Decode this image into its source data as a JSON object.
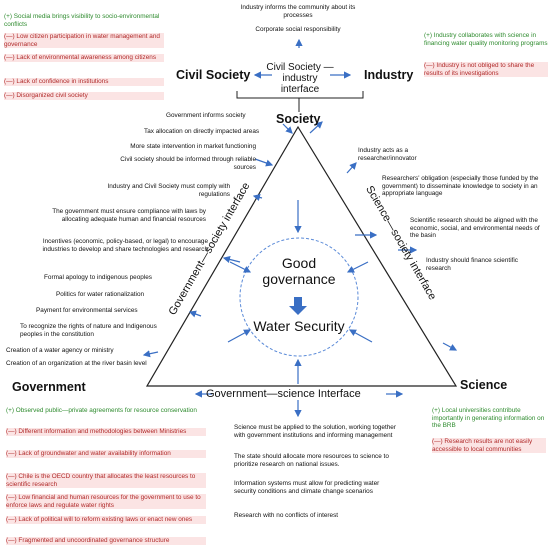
{
  "nodes": {
    "society": "Society",
    "civil_society": "Civil Society",
    "industry": "Industry",
    "government": "Government",
    "science": "Science"
  },
  "interfaces": {
    "civil_industry": "Civil Society — industry interface",
    "gov_society": "Government—society interface",
    "science_society": "Science—society interface",
    "gov_science": "Government—science Interface"
  },
  "center": {
    "good_governance": "Good governance",
    "water_security": "Water Security"
  },
  "top_center": {
    "items": [
      "Industry informs the community about its processes",
      "Corporate social responsibility"
    ]
  },
  "civil_society_issues": [
    {
      "sign": "pos",
      "text": "(+) Social media brings visibility to socio-environmental conflicts"
    },
    {
      "sign": "neg",
      "text": "(—) Low citizen participation in water management and governance"
    },
    {
      "sign": "neg",
      "text": "(—) Lack of environmental awareness among citizens"
    },
    {
      "sign": "neg",
      "text": "(—) Lack of confidence in institutions"
    },
    {
      "sign": "neg",
      "text": "(—) Disorganized civil society"
    }
  ],
  "industry_issues": [
    {
      "sign": "pos",
      "text": "(+) Industry collaborates with science in financing water quality monitoring programs"
    },
    {
      "sign": "neg",
      "text": "(—) Industry is not obliged to share the results of its investigations"
    }
  ],
  "gov_society_items": [
    "Government informs society",
    "Tax allocation on directly impacted areas",
    "More state intervention in market functioning",
    "Civil society should be informed through reliable sources",
    "Industry and Civil Society must comply with regulations",
    "The government must ensure compliance with laws by allocating adequate human and financial resources",
    "Incentives (economic, policy-based, or legal) to encourage industries to develop and share technologies and research",
    "Formal apology to indigenous peoples",
    "Politics for water rationalization",
    "Payment for environmental services",
    "To recognize the rights of nature and Indigenous peoples in the constitution",
    "Creation of a water agency or ministry",
    "Creation of an organization at the river basin level"
  ],
  "science_society_items": [
    "Industry acts as a researcher/innovator",
    "Researchers' obligation (especially those funded by the government) to disseminate knowledge to society in an appropriate language",
    "Scientific research should be aligned with the economic, social, and environmental needs of the basin",
    "Industry should finance scientific research"
  ],
  "government_issues": [
    {
      "sign": "pos",
      "text": "(+) Observed public—private agreements for resource conservation"
    },
    {
      "sign": "neg",
      "text": "(—) Different information and methodologies between Ministries"
    },
    {
      "sign": "neg",
      "text": "(—) Lack of groundwater and water availability information"
    },
    {
      "sign": "neg",
      "text": "(—) Chile is the OECD country that allocates the least resources to scientific research"
    },
    {
      "sign": "neg",
      "text": "(—) Low financial and human resources for the government to use to enforce laws and regulate water rights"
    },
    {
      "sign": "neg",
      "text": "(—) Lack of political will to reform existing laws or enact new ones"
    },
    {
      "sign": "neg",
      "text": "(—) Fragmented and uncoordinated governance structure"
    }
  ],
  "gov_science_items": [
    "Science must be applied to the solution, working together with government institutions and informing management",
    "The state should allocate more resources to science to prioritize research on national issues.",
    "Information systems must allow for predicting water security conditions and climate change scenarios",
    "Research with no conflicts of interest"
  ],
  "science_issues": [
    {
      "sign": "pos",
      "text": "(+) Local universities contribute importantly in generating information on the BRB"
    },
    {
      "sign": "neg",
      "text": "(—) Research results are not easily accessible to local communities"
    }
  ],
  "colors": {
    "arrow": "#3a6fc4",
    "positive": "#2e8b2e",
    "negative": "#b02a2a",
    "negative_bg": "#fbe4e4",
    "circle": "#5a8ad8"
  }
}
